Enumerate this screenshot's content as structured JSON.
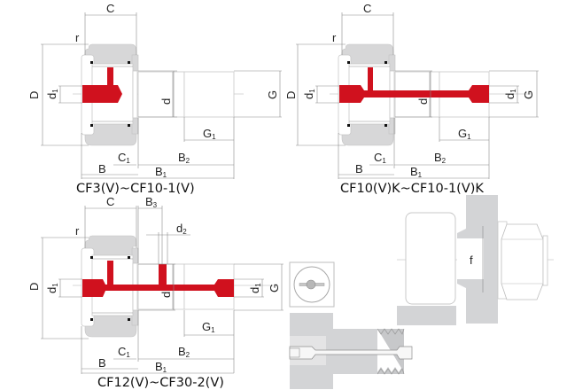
{
  "colors": {
    "oil_passage": "#d0111e",
    "ring_fill": "#d7d7d8",
    "dimension_line": "#8a8a8a",
    "text": "#222222"
  },
  "diagrams": [
    {
      "id": "cf3",
      "caption": "CF3(V)~CF10-1(V)",
      "labels": {
        "C": "C",
        "r": "r",
        "D": "D",
        "d1": "d",
        "d1_sub": "1",
        "d": "d",
        "G": "G",
        "G1": "G",
        "G1_sub": "1",
        "C1": "C",
        "C1_sub": "1",
        "B": "B",
        "B1": "B",
        "B1_sub": "1",
        "B2": "B",
        "B2_sub": "2"
      }
    },
    {
      "id": "cf10k",
      "caption": "CF10(V)K~CF10-1(V)K",
      "labels": {
        "C": "C",
        "r": "r",
        "D": "D",
        "d1": "d",
        "d1_sub": "1",
        "d1b": "d",
        "d1b_sub": "1",
        "d": "d",
        "G": "G",
        "G1": "G",
        "G1_sub": "1",
        "C1": "C",
        "C1_sub": "1",
        "B": "B",
        "B1": "B",
        "B1_sub": "1",
        "B2": "B",
        "B2_sub": "2"
      }
    },
    {
      "id": "cf12",
      "caption": "CF12(V)~CF30-2(V)",
      "labels": {
        "C": "C",
        "r": "r",
        "D": "D",
        "B3": "B",
        "B3_sub": "3",
        "d2": "d",
        "d2_sub": "2",
        "d1": "d",
        "d1_sub": "1",
        "d1b": "d",
        "d1b_sub": "1",
        "d": "d",
        "G": "G",
        "G1": "G",
        "G1_sub": "1",
        "C1": "C",
        "C1_sub": "1",
        "B": "B",
        "B1": "B",
        "B1_sub": "1",
        "B2": "B",
        "B2_sub": "2"
      }
    }
  ],
  "mounting": {
    "f_label": "f"
  },
  "icons": {
    "end_view": "slotted-end-view-icon",
    "section": "stud-section-icon"
  }
}
